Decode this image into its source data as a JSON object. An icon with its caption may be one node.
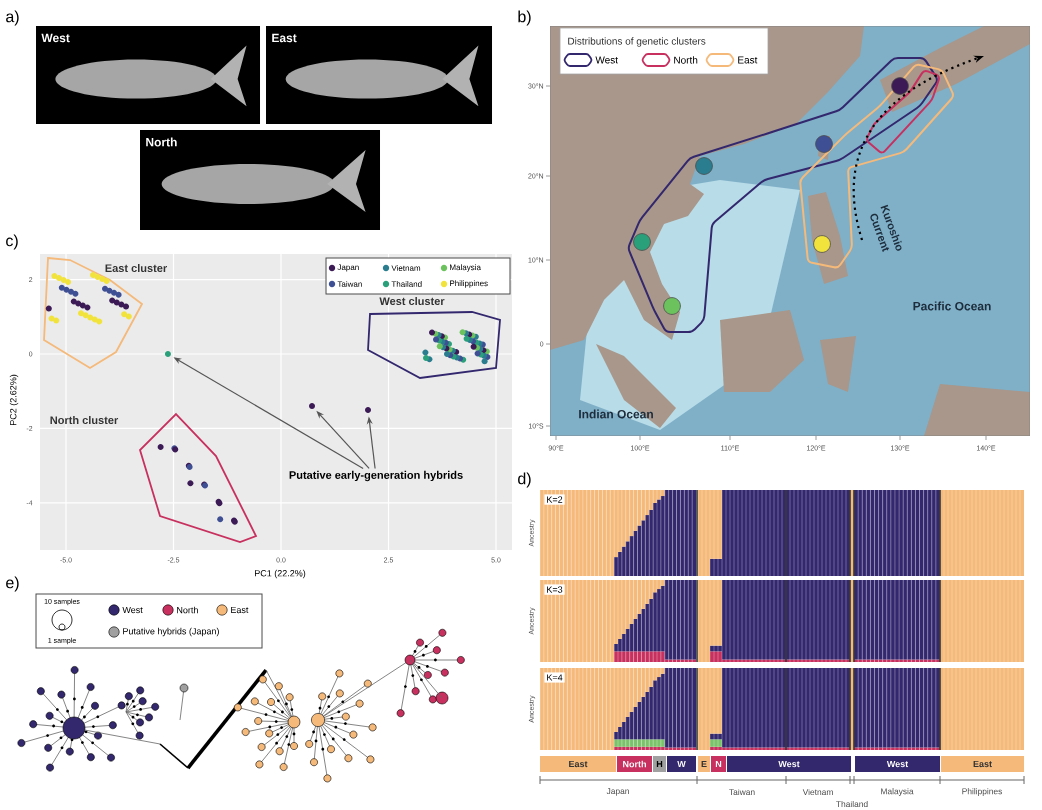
{
  "diagram": {
    "nodes": [
      {
        "text": [
          "Putative early-generation hybrids"
        ]
      },
      {
        "text": [],
        "shape": "circle"
      },
      {
        "text": [],
        "shape": "circle"
      },
      {
        "text": [],
        "shape": "circle"
      }
    ],
    "edges": [
      {
        "from": 0,
        "to": 1,
        "arrow": "to"
      },
      {
        "from": 0,
        "to": 2,
        "arrow": "to"
      },
      {
        "from": 0,
        "to": 3,
        "arrow": "to"
      }
    ],
    "labels": [
      "a)",
      "West",
      "East",
      "North",
      "b)",
      "Distributions of genetic clusters",
      "30°N",
      "20°N",
      "10°N",
      "0",
      "10°S",
      "90°E",
      "100°E",
      "110°E",
      "120°E",
      "130°E",
      "140°E",
      "Kuroshio Current",
      "Pacific Ocean",
      "Indian Ocean",
      "c)",
      "East cluster",
      "West cluster",
      "North cluster",
      "2",
      "0",
      "-2",
      "-4",
      "-5.0",
      "-2.5",
      "0.0",
      "2.5",
      "5.0",
      "PC2 (2.62%)",
      "PC1 (22.2%)",
      "d)",
      "K=2",
      "Ancestry",
      "K=3",
      "Ancestry",
      "K=4",
      "Ancestry",
      "East",
      "North",
      "H",
      "W",
      "E",
      "N",
      "West",
      "West",
      "East",
      "Japan",
      "Taiwan",
      "Vietnam",
      "Thailand",
      "Malaysia",
      "Philippines",
      "e)",
      "10 samples",
      "1 sample"
    ],
    "legend": [
      {
        "text": "West"
      },
      {
        "text": "North"
      },
      {
        "text": "East"
      },
      {
        "text": "Japan",
        "color": "#3b1a55"
      },
      {
        "text": "Vietnam",
        "color": "#2a7d8e"
      },
      {
        "text": "Malaysia",
        "color": "#6cc35e"
      },
      {
        "text": "Taiwan",
        "color": "#3f4f94"
      },
      {
        "text": "Thailand",
        "color": "#2aa07a"
      },
      {
        "text": "Philippines",
        "color": "#f2e33c"
      },
      {
        "text": "West",
        "color": "#33276e"
      },
      {
        "text": "North",
        "color": "#c8305f"
      },
      {
        "text": "East",
        "color": "#f5b97a"
      },
      {
        "text": "Putative hybrids (Japan)",
        "color": "#a0a0a0"
      }
    ]
  }
}
